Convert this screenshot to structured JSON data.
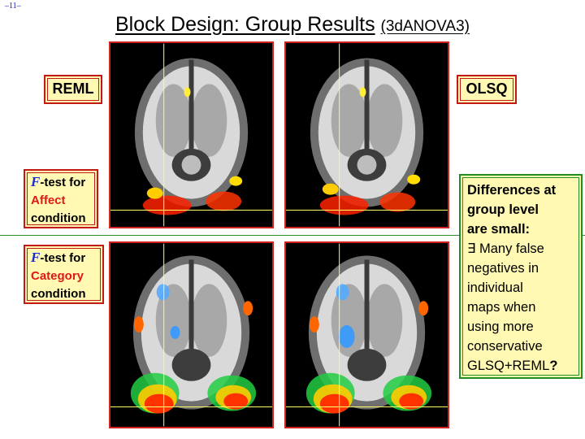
{
  "slide_number": "–11–",
  "title": {
    "main": "Block Design: Group Results",
    "paren": "(3dANOVA3)"
  },
  "labels": {
    "reml": "REML",
    "olsq": "OLSQ",
    "affect": {
      "f": "F",
      "test": "-test for",
      "word": "Affect",
      "cond": "condition"
    },
    "category": {
      "f": "F",
      "test": "-test for",
      "word": "Category",
      "cond": "condition"
    }
  },
  "note": {
    "head": [
      "Differences at",
      "group level",
      "are small:"
    ],
    "body": [
      "∃ Many false",
      "negatives in",
      "individual",
      "maps when",
      "using more",
      "conservative"
    ],
    "last": "GLSQ+REML",
    "qmark": "?"
  },
  "colors": {
    "panel_border": "#d12020",
    "label_fill": "#fff9b3",
    "note_border": "#1f8f1f",
    "crosshair": "#ffff66",
    "f_letter": "#1a2bd8",
    "emphasis_red": "#e01818"
  }
}
